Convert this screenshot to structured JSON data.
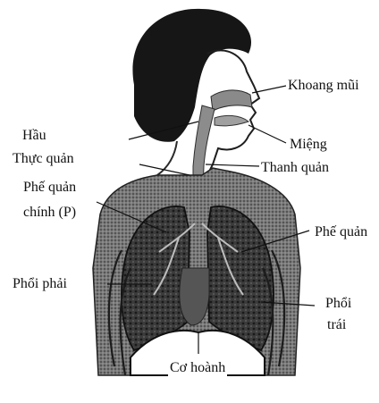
{
  "diagram": {
    "labels": {
      "nasal_cavity": "Khoang mũi",
      "pharynx": "Hầu",
      "mouth": "Miệng",
      "esophagus": "Thực quản",
      "larynx": "Thanh quản",
      "main_bronchus_line1": "Phế quản",
      "main_bronchus_line2": "chính (P)",
      "bronchus": "Phế quản",
      "right_lung": "Phổi phải",
      "left_lung_line1": "Phổi",
      "left_lung_line2": "trái",
      "diaphragm": "Cơ hoành"
    }
  }
}
